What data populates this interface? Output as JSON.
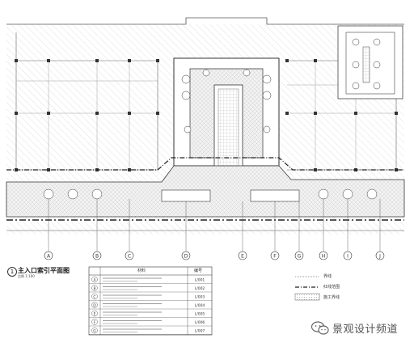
{
  "drawing": {
    "title": "主入口索引平面图",
    "title_number": "1",
    "scale_text": "比例 1:100"
  },
  "table": {
    "header_label": "材料",
    "header_code": "编号",
    "rows": [
      {
        "code_mark": "A",
        "code_ref": "L/001"
      },
      {
        "code_mark": "B",
        "code_ref": "L/002"
      },
      {
        "code_mark": "C",
        "code_ref": "L/003"
      },
      {
        "code_mark": "D",
        "code_ref": "L/004"
      },
      {
        "code_mark": "E",
        "code_ref": "L/005"
      },
      {
        "code_mark": "F",
        "code_ref": "L/006"
      },
      {
        "code_mark": "G",
        "code_ref": "L/007"
      }
    ]
  },
  "legend": {
    "items": [
      {
        "label": "界线"
      },
      {
        "label": "红线范围"
      },
      {
        "label": "施工界线"
      }
    ]
  },
  "callouts": [
    "A",
    "B",
    "C",
    "D",
    "E",
    "F",
    "G",
    "H",
    "I",
    "J"
  ],
  "watermark": {
    "text": "景观设计频道",
    "icon": "wechat-icon"
  }
}
